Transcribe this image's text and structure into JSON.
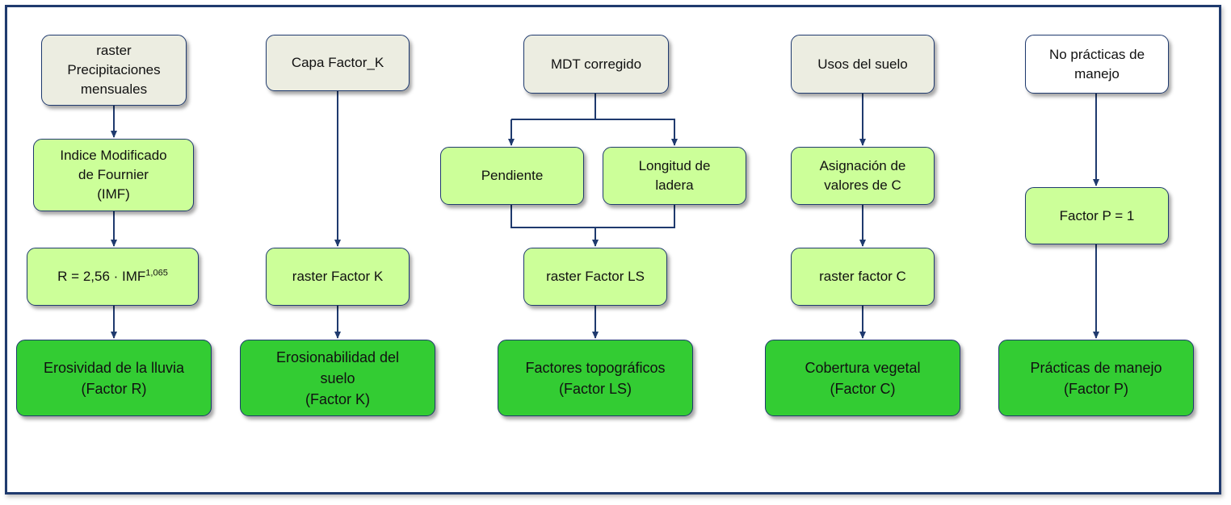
{
  "columns": {
    "r": {
      "source": "raster\nPrecipitaciones\nmensuales",
      "step1": "Indice Modificado\nde Fournier\n(IMF)",
      "formula_main": "R = 2,56 · IMF",
      "formula_exp": "1,065",
      "output": "Erosividad de la lluvia\n(Factor R)"
    },
    "k": {
      "source": "Capa Factor_K",
      "raster": "raster Factor K",
      "output": "Erosionabilidad del\nsuelo\n(Factor K)"
    },
    "ls": {
      "source": "MDT corregido",
      "slope": "Pendiente",
      "length": "Longitud de\nladera",
      "raster": "raster Factor LS",
      "output": "Factores topográficos\n(Factor LS)"
    },
    "c": {
      "source": "Usos del suelo",
      "assign": "Asignación de\nvalores de C",
      "raster": "raster factor C",
      "output": "Cobertura vegetal\n(Factor C)"
    },
    "p": {
      "source": "No prácticas de\nmanejo",
      "value": "Factor P = 1",
      "output": "Prácticas de manejo\n(Factor P)"
    }
  },
  "colors": {
    "border": "#1f3a6e",
    "source_fill": "#ecede1",
    "process_fill": "#ccff99",
    "output_fill": "#33cc33"
  }
}
